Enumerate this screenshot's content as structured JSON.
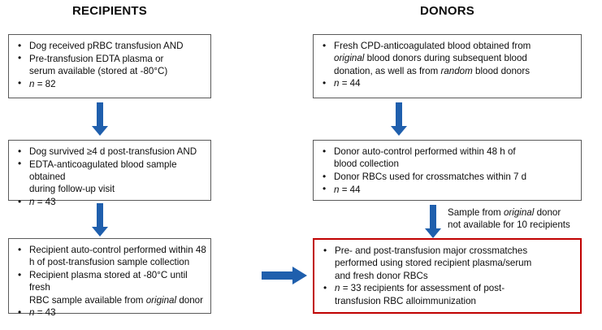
{
  "headers": {
    "left": "RECIPIENTS",
    "right": "DONORS"
  },
  "colors": {
    "arrow_blue": "#1F5FAD",
    "box_border_gray": "#5A5A5A",
    "box_border_red": "#C00000",
    "text": "#0D0D0D",
    "background": "#FFFFFF"
  },
  "recipients": {
    "step1": {
      "bullets": [
        "Dog received pRBC transfusion AND",
        "Pre-transfusion EDTA plasma or serum available (stored at -80°C)",
        "n = 82"
      ],
      "n_label": "n",
      "n_value": "= 82"
    },
    "step2": {
      "bullets": [
        "Dog survived ≥4 d post-transfusion AND",
        "EDTA-anticoagulated blood sample obtained during follow-up visit",
        "n = 43"
      ],
      "n_label": "n",
      "n_value": "= 43"
    },
    "step3": {
      "bullets": [
        "Recipient auto-control performed within 48 h of post-transfusion sample collection",
        "Recipient plasma stored at -80°C until fresh RBC sample available from original donor",
        "n = 43"
      ],
      "n_label": "n",
      "n_value": "= 43"
    }
  },
  "donors": {
    "step1": {
      "bullets": [
        "Fresh CPD-anticoagulated blood obtained from original blood donors during subsequent blood donation, as well as from random blood donors",
        "n = 44"
      ],
      "n_label": "n",
      "n_value": "= 44"
    },
    "step2": {
      "bullets": [
        "Donor auto-control performed within 48 h of blood collection",
        "Donor RBCs used for crossmatches within 7 d",
        "n = 44"
      ],
      "n_label": "n",
      "n_value": "= 44"
    },
    "step3": {
      "bullets": [
        "Pre- and post-transfusion major crossmatches performed using stored recipient plasma/serum and fresh donor RBCs",
        "n = 33 recipients for assessment of post-transfusion RBC alloimmunization"
      ],
      "n_label": "n",
      "n_value": "= 33 recipients for assessment of post-transfusion RBC alloimmunization"
    }
  },
  "annotation": {
    "line1_pre": "Sample from ",
    "line1_italic": "original",
    "line1_post": " donor",
    "line2": "not available for 10 recipients"
  },
  "text_fragments": {
    "r1_b1": "Dog received pRBC transfusion AND",
    "r1_b2a": "Pre-transfusion EDTA plasma or",
    "r1_b2b": "serum available (stored at -80°C)",
    "r2_b1": "Dog survived ≥4 d post-transfusion AND",
    "r2_b2a": "EDTA-anticoagulated blood sample obtained",
    "r2_b2b": "during follow-up visit",
    "r3_b1a": "Recipient auto-control performed within 48",
    "r3_b1b": "h of post-transfusion sample collection",
    "r3_b2a": "Recipient plasma stored at -80°C until fresh",
    "r3_b2b_pre": "RBC sample available from ",
    "r3_b2b_italic": "original",
    "r3_b2b_post": " donor",
    "d1_b1a": "Fresh CPD-anticoagulated blood obtained from",
    "d1_b1b_italic": "original",
    "d1_b1b_post": " blood donors during subsequent blood",
    "d1_b1c_pre": "donation, as well as from ",
    "d1_b1c_italic": "random",
    "d1_b1c_post": " blood donors",
    "d2_b1a": "Donor auto-control performed within 48 h of",
    "d2_b1b": "blood collection",
    "d2_b2": "Donor RBCs used for crossmatches within 7 d",
    "d3_b1a": "Pre- and post-transfusion major crossmatches",
    "d3_b1b": "performed using stored recipient plasma/serum",
    "d3_b1c": "and fresh donor RBCs",
    "d3_b2a_post": "= 33 recipients for assessment of post-",
    "d3_b2b": "transfusion RBC alloimmunization"
  }
}
